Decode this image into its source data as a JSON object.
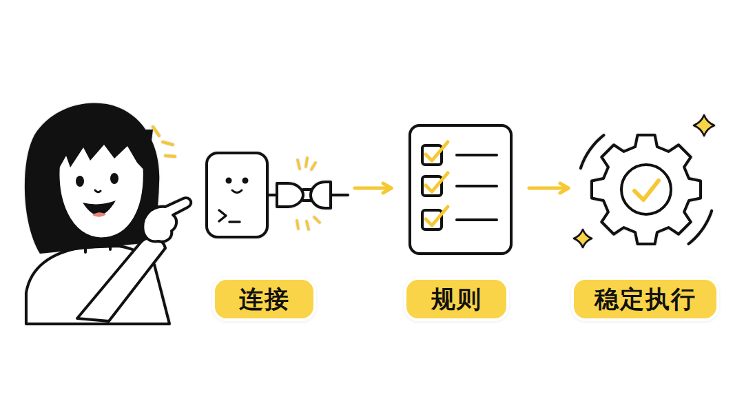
{
  "diagram": {
    "nodes": [
      {
        "text": [
          "连接"
        ]
      },
      {
        "text": [
          "规则"
        ]
      },
      {
        "text": [
          "稳定执行"
        ]
      }
    ],
    "edges": [
      {
        "from": 0,
        "to": 1,
        "arrow": "to"
      },
      {
        "from": 1,
        "to": 2,
        "arrow": "to"
      }
    ]
  }
}
